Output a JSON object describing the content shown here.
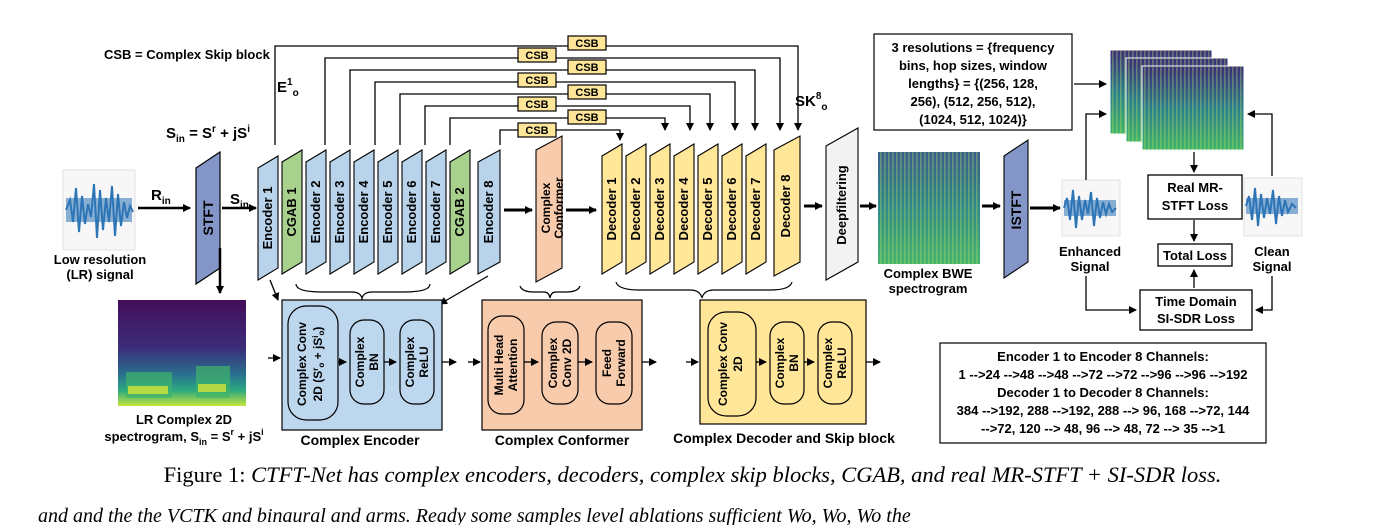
{
  "legend_csb": "CSB = Complex Skip block",
  "lr_signal": {
    "line1": "Low resolution",
    "line2": "(LR) signal"
  },
  "r_in": {
    "main": "R",
    "sub": "in"
  },
  "s_in_arrow": {
    "main": "S",
    "sub": "in"
  },
  "s_in_equation": {
    "s": "S",
    "in": "in",
    "eq": " = S",
    "r": "r",
    "plus": " + jS",
    "i": "i"
  },
  "e1o": {
    "main": "E",
    "sup": "1",
    "sub": "o"
  },
  "sk8o": {
    "main": "SK",
    "sup": "8",
    "sub": "o"
  },
  "stft": "STFT",
  "istft": "ISTFT",
  "encoders": [
    "Encoder 1",
    "CGAB 1",
    "Encoder 2",
    "Encoder 3",
    "Encoder 4",
    "Encoder 5",
    "Encoder 6",
    "Encoder 7",
    "CGAB 2",
    "Encoder 8"
  ],
  "conformer_block": {
    "line1": "Complex",
    "line2": "Conformer"
  },
  "decoders": [
    "Decoder 1",
    "Decoder 2",
    "Decoder 3",
    "Decoder 4",
    "Decoder 5",
    "Decoder 6",
    "Decoder 7",
    "Decoder 8"
  ],
  "deepfiltering": "Deepfiltering",
  "csb_label": "CSB",
  "lr_spec_caption": {
    "line1": "LR Complex 2D",
    "line2a": "spectrogram, S",
    "in": "in",
    "eq": " = S",
    "r": "r",
    "plus": " + jS",
    "i": "i"
  },
  "complex_encoder": {
    "title": "Complex Encoder",
    "conv": {
      "line1": "Complex Conv",
      "line2a": "2D (S",
      "r": "r",
      "o1": "o",
      "mid": " + jS",
      "i": "i",
      "o2": "o",
      "close": ")"
    },
    "bn": {
      "line1": "Complex",
      "line2": "BN"
    },
    "relu": {
      "line1": "Complex",
      "line2": "ReLU"
    }
  },
  "complex_conformer": {
    "title": "Complex Conformer",
    "mha": {
      "line1": "Multi Head",
      "line2": "Attention"
    },
    "conv": {
      "line1": "Complex",
      "line2": "Conv 2D"
    },
    "ff": {
      "line1": "Feed",
      "line2": "Forward"
    }
  },
  "complex_decoder": {
    "title": "Complex Decoder and Skip block",
    "conv": {
      "line1": "Complex Conv",
      "line2": "2D"
    },
    "bn": {
      "line1": "Complex",
      "line2": "BN"
    },
    "relu": {
      "line1": "Complex",
      "line2": "ReLU"
    }
  },
  "bwe_caption": {
    "line1": "Complex BWE",
    "line2": "spectrogram"
  },
  "resolutions": [
    "3 resolutions = {frequency",
    "bins, hop sizes, window",
    "lengths} = {(256, 128,",
    "256), (512, 256, 512),",
    "(1024, 512, 1024)}"
  ],
  "enhanced_signal": {
    "line1": "Enhanced",
    "line2": "Signal"
  },
  "clean_signal": {
    "line1": "Clean",
    "line2": "Signal"
  },
  "mr_stft_loss": {
    "line1": "Real MR-",
    "line2": "STFT Loss"
  },
  "total_loss": "Total Loss",
  "si_sdr_loss": {
    "line1": "Time Domain",
    "line2": "SI-SDR Loss"
  },
  "channels": [
    "Encoder 1 to Encoder 8 Channels:",
    "1 -->24 -->48 -->48 -->72 -->72 -->96 -->96 -->192",
    "Decoder 1 to Decoder 8 Channels:",
    "384 -->192, 288 -->192, 288 --> 96, 168 -->72, 144",
    "-->72, 120 --> 48, 96 --> 48, 72 --> 35 -->1"
  ],
  "caption": {
    "prefix": "Figure 1: ",
    "text": "CTFT-Net has complex encoders, decoders, complex skip blocks, CGAB, and real MR-STFT + SI-SDR loss."
  },
  "body_fragment": "and and the the VCTK and binaural and arms. Ready some samples level ablations sufficient Wo, Wo, Wo the",
  "colors": {
    "encoder_blue": "#b8d3ea",
    "cgab_green": "#a9d18e",
    "conformer_orange": "#f8cbad",
    "decoder_yellow": "#ffe699",
    "csb_fill": "#ffe699",
    "stft_purple": "#8496c8",
    "deepfilter_gray": "#f2f2f2",
    "complex_encoder_box": "#bdd7ee",
    "complex_conformer_box": "#f8cbad",
    "complex_decoder_box": "#ffe699",
    "waveform_blue": "#2e75b6"
  },
  "icons": [
    "waveform-lr",
    "waveform-enhanced",
    "waveform-clean",
    "spectrogram-lr",
    "spectrogram-bwe",
    "spectrogram-stack"
  ]
}
